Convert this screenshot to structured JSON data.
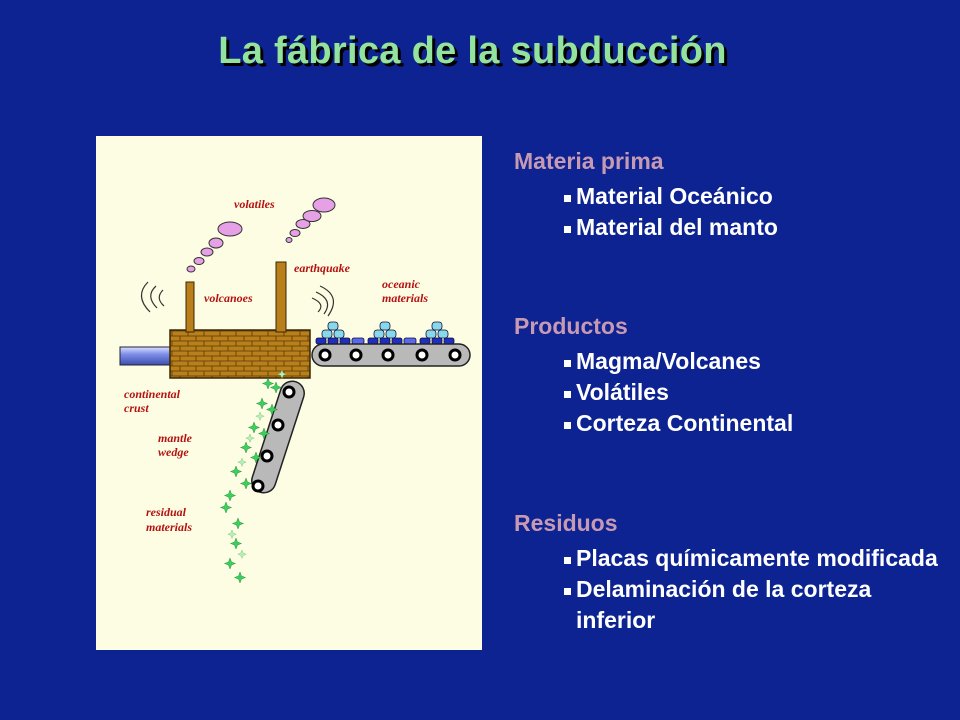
{
  "title": "La fábrica de la subducción",
  "diagram": {
    "labels": {
      "volatiles": "volatiles",
      "earthquake": "earthquake",
      "oceanic_1": "oceanic",
      "oceanic_2": "materials",
      "volcanoes": "volcanoes",
      "continental_1": "continental",
      "continental_2": "crust",
      "mantle_1": "mantle",
      "mantle_2": "wedge",
      "residual_1": "residual",
      "residual_2": "materials"
    }
  },
  "sections": [
    {
      "title": "Materia prima",
      "items": [
        "Material Oceánico",
        "Material del manto"
      ]
    },
    {
      "title": "Productos",
      "items": [
        "Magma/Volcanes",
        "Volátiles",
        "Corteza Continental"
      ]
    },
    {
      "title": "Residuos",
      "items": [
        "Placas químicamente modificada",
        "Delaminación de la corteza inferior"
      ]
    }
  ],
  "colors": {
    "background": "#0d2391",
    "title": "#93e39c",
    "section_title": "#c79ab4",
    "diagram_label": "#b51212"
  }
}
